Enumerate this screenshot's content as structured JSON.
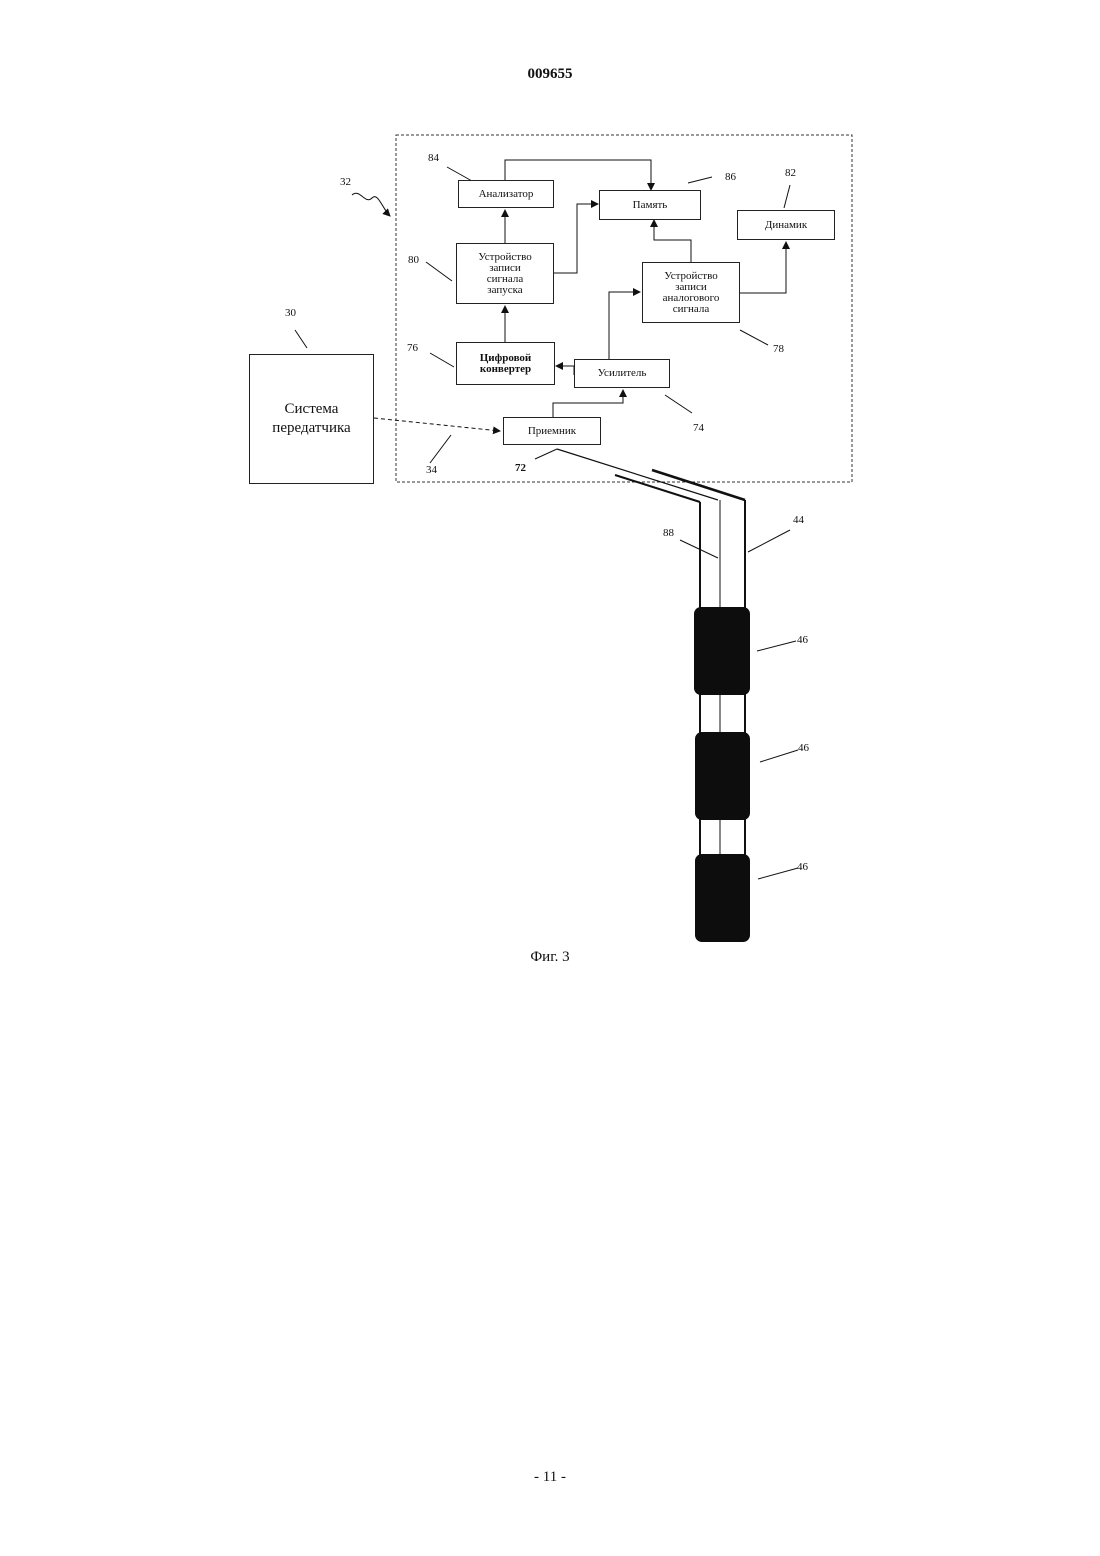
{
  "header": {
    "doc_number": "009655"
  },
  "figure": {
    "caption": "Фиг. 3",
    "blocks": {
      "transmitter_system": "Система передатчика",
      "analyzer": "Анализатор",
      "memory": "Память",
      "speaker": "Динамик",
      "trigger_recorder": "Устройство\nзаписи\nсигнала\nзапуска",
      "analog_recorder": "Устройство\nзаписи\nаналогового\nсигнала",
      "digital_converter": "Цифровой\nконвертер",
      "amplifier": "Усилитель",
      "receiver": "Приемник"
    },
    "refs": {
      "r30": "30",
      "r32": "32",
      "r34": "34",
      "r44": "44",
      "r46a": "46",
      "r46b": "46",
      "r46c": "46",
      "r72": "72",
      "r74": "74",
      "r76": "76",
      "r78": "78",
      "r80": "80",
      "r82": "82",
      "r84": "84",
      "r86": "86",
      "r88": "88"
    }
  },
  "footer": {
    "page_number": "- 11 -"
  }
}
